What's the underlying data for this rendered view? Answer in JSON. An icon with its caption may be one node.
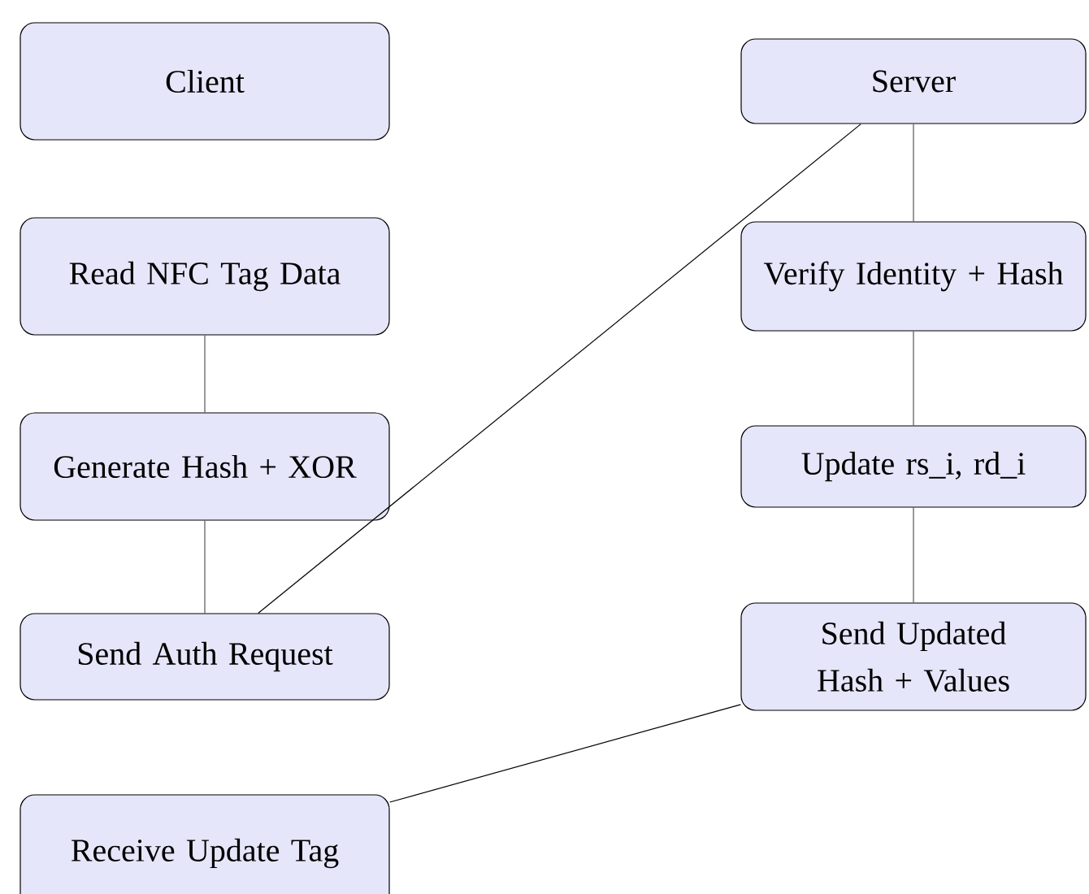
{
  "diagram": {
    "nodes": [
      {
        "text": [
          "Client"
        ]
      },
      {
        "text": [
          "Read NFC Tag Data"
        ]
      },
      {
        "text": [
          "Generate Hash + XOR"
        ]
      },
      {
        "text": [
          "Send Auth Request"
        ]
      },
      {
        "text": [
          "Receive Update Tag"
        ]
      },
      {
        "text": [
          "Server"
        ]
      },
      {
        "text": [
          "Verify Identity + Hash"
        ]
      },
      {
        "text": [
          "Update rs_i, rd_i"
        ]
      },
      {
        "text": [
          "Send Updated Hash + Values"
        ]
      }
    ],
    "edges": [
      {
        "from": 1,
        "to": 2,
        "arrow": "none"
      },
      {
        "from": 2,
        "to": 3,
        "arrow": "none"
      },
      {
        "from": 3,
        "to": 5,
        "arrow": "none",
        "color": "#000000"
      },
      {
        "from": 5,
        "to": 6,
        "arrow": "none"
      },
      {
        "from": 6,
        "to": 7,
        "arrow": "none"
      },
      {
        "from": 7,
        "to": 8,
        "arrow": "none"
      },
      {
        "from": 8,
        "to": 4,
        "arrow": "none",
        "color": "#000000"
      }
    ]
  }
}
